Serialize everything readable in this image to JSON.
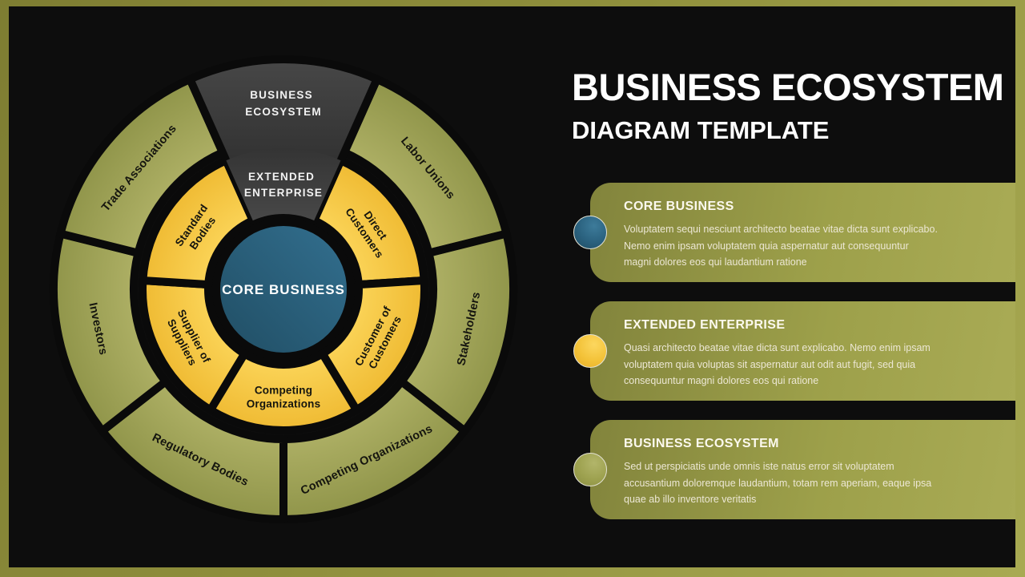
{
  "slide": {
    "title_line1": "BUSINESS ECOSYSTEM",
    "title_line2": "DIAGRAM TEMPLATE"
  },
  "colors": {
    "frame_olive": "#8b8c3e",
    "background": "#0d0d0d",
    "outer_ring_olive": "#9da14f",
    "middle_ring_yellow": "#f5c53c",
    "core_teal": "#2a617c",
    "wedge_gray": "#3a3a3a",
    "card_olive": "#9da04a",
    "label_dark": "#15150f",
    "label_light": "#ffffff"
  },
  "diagram": {
    "center_label": "CORE BUSINESS",
    "wedge": {
      "outer_lines": [
        "BUSINESS",
        "ECOSYSTEM"
      ],
      "inner_lines": [
        "EXTENDED",
        "ENTERPRISE"
      ]
    },
    "outer_ring": {
      "segments": [
        {
          "label": "Labor Unions"
        },
        {
          "label": "Stakeholders"
        },
        {
          "label": "Competing Organizations"
        },
        {
          "label": "Regulatory Bodies"
        },
        {
          "label": "Investors"
        },
        {
          "label": "Trade Associations"
        }
      ]
    },
    "middle_ring": {
      "segments": [
        {
          "lines": [
            "Direct",
            "Customers"
          ]
        },
        {
          "lines": [
            "Customer of",
            "Customers"
          ]
        },
        {
          "lines": [
            "Competing",
            "Organizations"
          ]
        },
        {
          "lines": [
            "Supplier of",
            "Suppliers"
          ]
        },
        {
          "lines": [
            "Standard",
            "Bodies"
          ]
        }
      ]
    }
  },
  "cards": [
    {
      "heading": "CORE BUSINESS",
      "body_lines": [
        "Voluptatem sequi nesciunt architecto beatae vitae dicta sunt explicabo.",
        "Nemo enim ipsam voluptatem quia aspernatur aut consequuntur",
        "magni dolores eos qui laudantium ratione"
      ]
    },
    {
      "heading": "EXTENDED ENTERPRISE",
      "body_lines": [
        "Quasi architecto beatae vitae dicta sunt explicabo. Nemo enim ipsam",
        "voluptatem quia voluptas sit aspernatur aut odit aut fugit, sed quia",
        "consequuntur magni dolores eos qui ratione"
      ]
    },
    {
      "heading": "BUSINESS ECOSYSTEM",
      "body_lines": [
        "Sed ut perspiciatis unde omnis iste natus error sit voluptatem",
        "accusantium doloremque laudantium, totam rem aperiam, eaque ipsa",
        "quae ab illo inventore veritatis"
      ]
    }
  ]
}
